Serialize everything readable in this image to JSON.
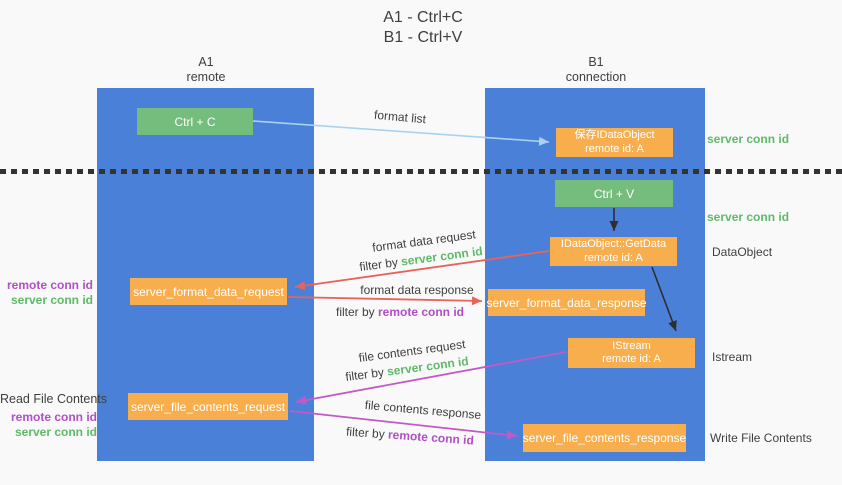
{
  "title": {
    "line1": "A1 - Ctrl+C",
    "line2": "B1 - Ctrl+V"
  },
  "lifelines": {
    "a1": {
      "name": "A1",
      "role": "remote"
    },
    "b1": {
      "name": "B1",
      "role": "connection"
    }
  },
  "nodes": {
    "ctrl_c": {
      "label": "Ctrl + C"
    },
    "save_idataobject": {
      "line1": "保存IDataObject",
      "line2": "remote id: A"
    },
    "ctrl_v": {
      "label": "Ctrl + V"
    },
    "getdata": {
      "line1": "IDataObject::GetData",
      "line2": "remote id: A"
    },
    "server_format_data_request": {
      "label": "server_format_data_request"
    },
    "server_format_data_response": {
      "label": "server_format_data_response"
    },
    "istream": {
      "line1": "IStream",
      "line2": "remote id: A"
    },
    "server_file_contents_request": {
      "label": "server_file_contents_request"
    },
    "server_file_contents_response": {
      "label": "server_file_contents_response"
    }
  },
  "arrow_labels": {
    "format_list": "format list",
    "format_data_request": "format data request",
    "format_data_response": "format data response",
    "file_contents_request": "file contents request",
    "file_contents_response": "file contents response",
    "filter_by": "filter by ",
    "server_conn_id": "server conn id",
    "remote_conn_id": "remote conn id"
  },
  "side_labels": {
    "server_conn_id": "server conn id",
    "remote_conn_id": "remote conn id",
    "dataobject": "DataObject",
    "istream": "Istream",
    "read_file_contents": "Read File Contents",
    "write_file_contents": "Write File Contents"
  },
  "colors": {
    "canvas-bg": "#f9f9fa",
    "lifeline-blue": "#4a80d8",
    "green-node": "#74bd7c",
    "orange-node": "#f9ae4d",
    "green-text": "#5eba68",
    "purple-text": "#b04fc6",
    "red-arrow": "#e8635a",
    "magenta-arrow": "#c25ac6",
    "lightblue-arrow": "#a9d2f0",
    "black-arrow": "#2e2e2e",
    "dark-text": "#3f3f3f"
  }
}
